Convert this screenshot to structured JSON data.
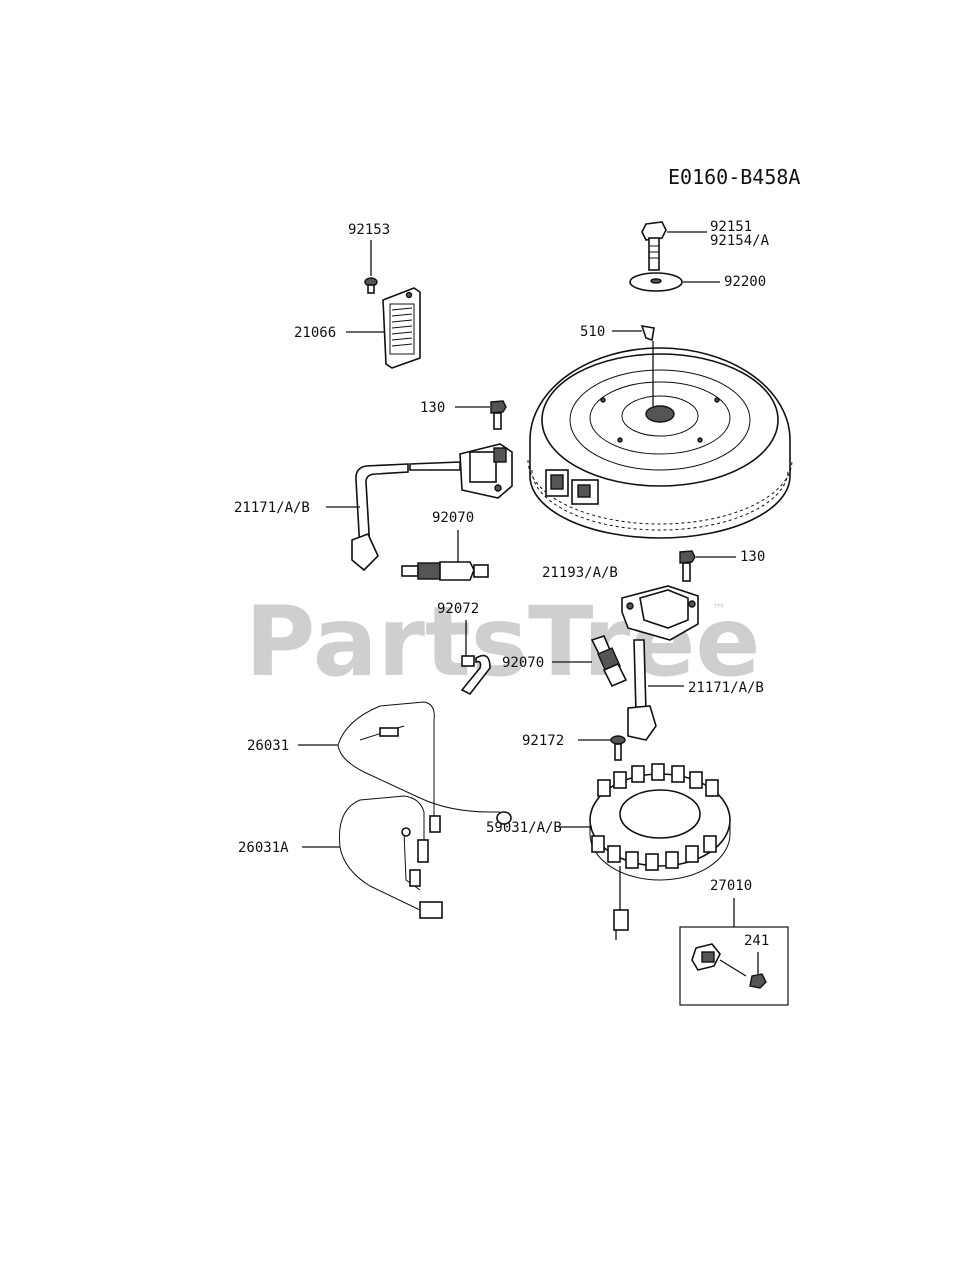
{
  "diagram_code": "E0160-B458A",
  "watermark": {
    "text": "PartsTree",
    "trademark": "™"
  },
  "callouts": {
    "p92153": "92153",
    "p21066": "21066",
    "p92151": "92151",
    "p92154": "92154/A",
    "p92200": "92200",
    "p510": "510",
    "p130a": "130",
    "p21171a": "21171/A/B",
    "p92070a": "92070",
    "p130b": "130",
    "p21193": "21193/A/B",
    "p92072": "92072",
    "p92070b": "92070",
    "p21171b": "21171/A/B",
    "p26031": "26031",
    "p92172": "92172",
    "p59031": "59031/A/B",
    "p26031A": "26031A",
    "p27010": "27010",
    "p241": "241"
  }
}
